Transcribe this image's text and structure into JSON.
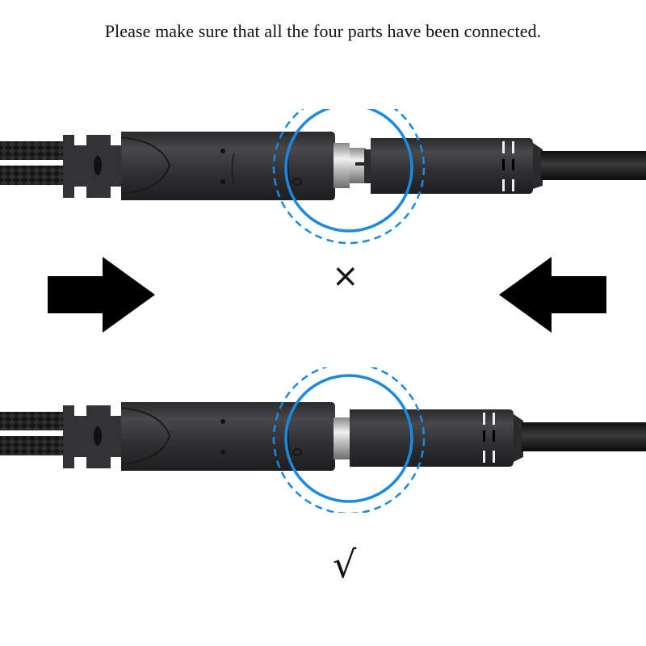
{
  "caption": "Please make sure that all the four parts have been connected.",
  "colors": {
    "highlight_circle": "#1a8ae0",
    "cable": "#1c1c1c",
    "plug_body": "#3a3a3c",
    "background": "#ffffff"
  },
  "scenes": [
    {
      "state": "disconnected",
      "status_mark": "×",
      "status_meaning": "incorrect"
    },
    {
      "state": "connected",
      "status_mark": "√",
      "status_meaning": "correct"
    }
  ],
  "arrows": [
    {
      "direction": "right",
      "icon": "arrow-right-icon"
    },
    {
      "direction": "left",
      "icon": "arrow-left-icon"
    }
  ]
}
